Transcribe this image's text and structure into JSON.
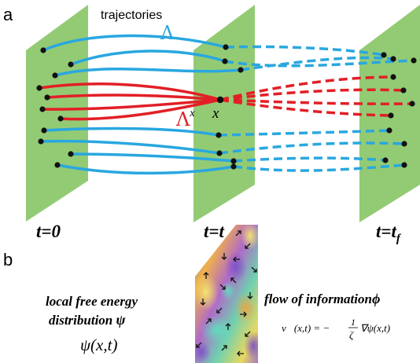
{
  "panels": {
    "a": "a",
    "b": "b"
  },
  "labels": {
    "trajectories": "trajectories",
    "lambda": "Λ",
    "lambda_x_base": "Λ",
    "lambda_x_sup": "x",
    "point_x": "x"
  },
  "time_labels": {
    "t0": "t=0",
    "tt": "t=t",
    "tf_base": "t=t",
    "tf_sub": "f"
  },
  "panel_b": {
    "local_line1": "local free energy",
    "local_line2_text": "distribution",
    "local_line2_symbol": "ψ",
    "psi_expr": "ψ(x,t)",
    "flow_text": "flow of information",
    "flow_symbol": "ϕ",
    "equation": "v⃗(x,t) = −",
    "eq_num": "1",
    "eq_den": "ζ",
    "eq_tail": "∇ψ(x,t)"
  },
  "colors": {
    "plane": "#93cb74",
    "blue_traj": "#29a7df",
    "red_traj": "#e21f26",
    "dot": "#111111"
  }
}
